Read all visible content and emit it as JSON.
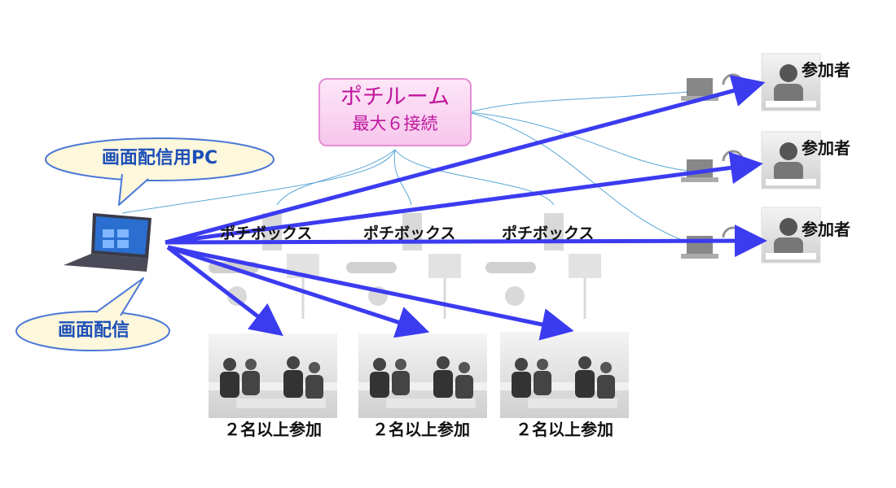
{
  "room": {
    "title": "ポチルーム",
    "subtitle": "最大６接続"
  },
  "callouts": {
    "pc": "画面配信用PC",
    "share": "画面配信"
  },
  "boxes": [
    "ポチボックス",
    "ポチボックス",
    "ポチボックス"
  ],
  "participants": [
    "参加者",
    "参加者",
    "参加者"
  ],
  "groups": [
    "２名以上参加",
    "２名以上参加",
    "２名以上参加"
  ],
  "colors": {
    "arrow": "#3b3bf0",
    "room_border": "#e48fd4",
    "room_text": "#c0169d",
    "callout_text": "#1d4fb8",
    "callout_border": "#4a78d6",
    "callout_fill": "#fdf7dc",
    "link_line": "#5aa7d6"
  },
  "icons": [
    "laptop-icon",
    "headset-icon",
    "camera-icon",
    "speaker-icon",
    "monitor-stand-icon",
    "person-photo",
    "meeting-photo"
  ]
}
